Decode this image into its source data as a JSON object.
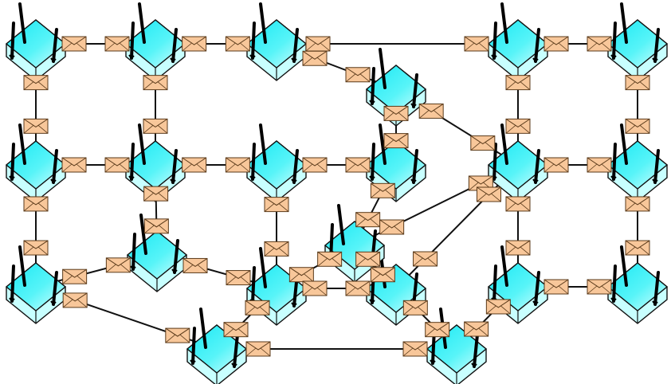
{
  "diagram": {
    "colors": {
      "link": "#111111",
      "node_top": "#2ef3f6",
      "node_top_light": "#c8ffff",
      "node_side": "#c8ffff",
      "node_outline": "#111111",
      "envelope_fill": "#f8c79a",
      "envelope_stroke": "#5a3a1a",
      "antenna": "#000000"
    },
    "node_icon": "wireless-router-icon",
    "message_icon": "envelope-icon",
    "nodes": [
      {
        "id": "r1c1"
      },
      {
        "id": "r1c2"
      },
      {
        "id": "r1c3"
      },
      {
        "id": "r1c4"
      },
      {
        "id": "r1c5"
      },
      {
        "id": "r2c1"
      },
      {
        "id": "r2c2"
      },
      {
        "id": "r2c3"
      },
      {
        "id": "r2c4"
      },
      {
        "id": "r2c5"
      },
      {
        "id": "r2c6"
      },
      {
        "id": "r3c1"
      },
      {
        "id": "r3c2"
      },
      {
        "id": "r3c3"
      },
      {
        "id": "r3c4"
      },
      {
        "id": "r3c5"
      },
      {
        "id": "r3c6"
      },
      {
        "id": "m1"
      },
      {
        "id": "m2"
      },
      {
        "id": "m3"
      },
      {
        "id": "b1"
      },
      {
        "id": "b2"
      }
    ],
    "links": [
      [
        "r1c1",
        "r1c2"
      ],
      [
        "r1c2",
        "r1c3"
      ],
      [
        "r1c3",
        "r1c4"
      ],
      [
        "r1c4",
        "r1c5"
      ],
      [
        "r1c3",
        "m1"
      ],
      [
        "r1c1",
        "r2c1"
      ],
      [
        "r1c2",
        "r2c2"
      ],
      [
        "r1c4",
        "r2c5"
      ],
      [
        "r1c5",
        "r2c6"
      ],
      [
        "r2c1",
        "r2c2"
      ],
      [
        "r2c2",
        "r2c3"
      ],
      [
        "r2c3",
        "r2c4"
      ],
      [
        "r2c5",
        "r2c6"
      ],
      [
        "m1",
        "r2c4"
      ],
      [
        "m1",
        "r2c5"
      ],
      [
        "r2c1",
        "r3c1"
      ],
      [
        "r2c2",
        "m2"
      ],
      [
        "r2c3",
        "r3c2"
      ],
      [
        "r2c5",
        "r3c5"
      ],
      [
        "r2c6",
        "r3c6"
      ],
      [
        "r2c4",
        "m3"
      ],
      [
        "r2c5",
        "m3"
      ],
      [
        "r2c5",
        "r3c4"
      ],
      [
        "r3c1",
        "m2"
      ],
      [
        "m2",
        "r3c2"
      ],
      [
        "r3c2",
        "m3"
      ],
      [
        "r3c2",
        "r3c3"
      ],
      [
        "r3c5",
        "r3c6"
      ],
      [
        "r3c1",
        "b1"
      ],
      [
        "r3c2",
        "b1"
      ],
      [
        "b1",
        "b2"
      ],
      [
        "r3c3",
        "b2"
      ],
      [
        "r3c5",
        "b2"
      ],
      [
        "m3",
        "r3c4"
      ]
    ]
  }
}
